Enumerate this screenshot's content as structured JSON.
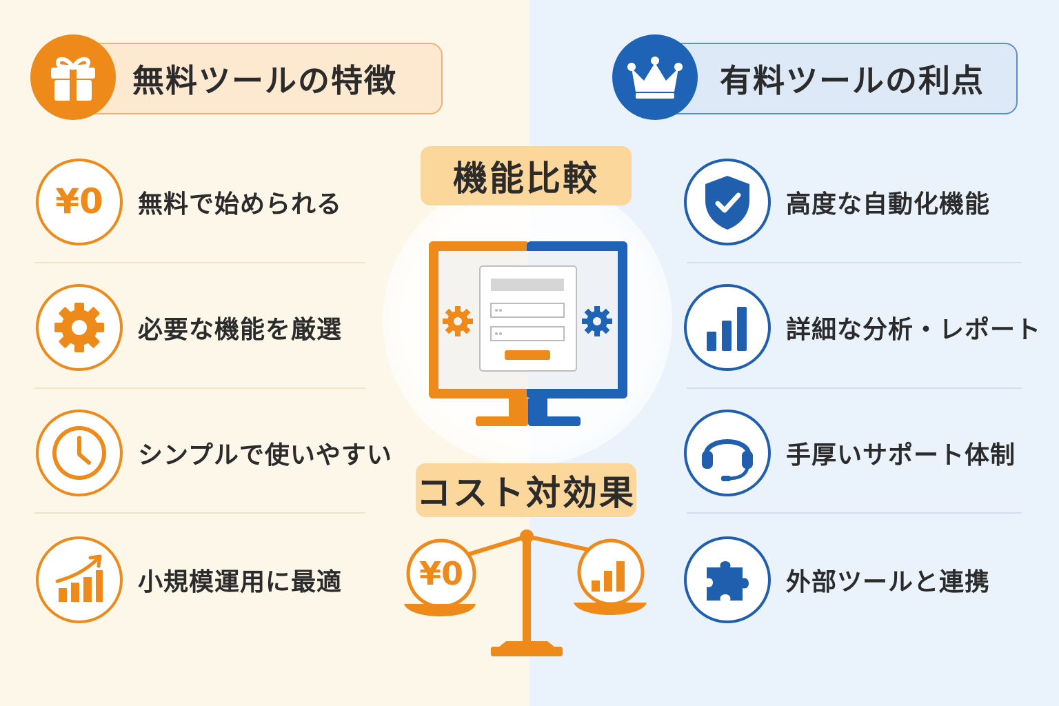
{
  "free_header": {
    "title": "無料ツールの特徴",
    "icon": "gift-icon"
  },
  "paid_header": {
    "title": "有料ツールの利点",
    "icon": "crown-icon"
  },
  "free_items": [
    {
      "label": "無料で始められる",
      "icon": "yen-zero-icon",
      "icon_text": "¥0"
    },
    {
      "label": "必要な機能を厳選",
      "icon": "gear-icon"
    },
    {
      "label": "シンプルで使いやすい",
      "icon": "clock-icon"
    },
    {
      "label": "小規模運用に最適",
      "icon": "growth-chart-icon"
    }
  ],
  "paid_items": [
    {
      "label": "高度な自動化機能",
      "icon": "shield-check-icon"
    },
    {
      "label": "詳細な分析・レポート",
      "icon": "bar-chart-icon"
    },
    {
      "label": "手厚いサポート体制",
      "icon": "headset-icon"
    },
    {
      "label": "外部ツールと連携",
      "icon": "puzzle-icon"
    }
  ],
  "center": {
    "feature_label": "機能比較",
    "cost_label": "コスト対効果",
    "scale_left_text": "¥0"
  },
  "colors": {
    "orange": "#ee8a1a",
    "blue": "#1f63b6",
    "label_bg": "#fcd79b"
  }
}
